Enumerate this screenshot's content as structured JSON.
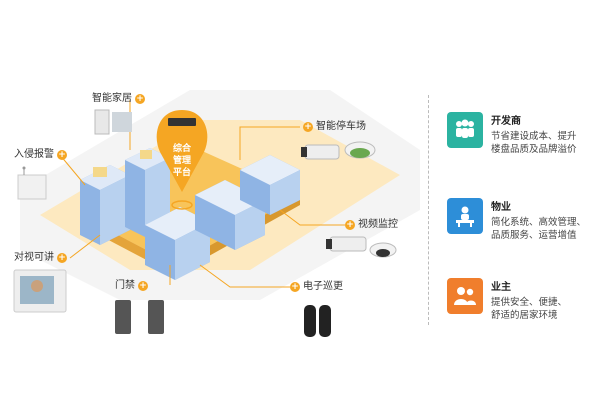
{
  "platform_label": [
    "综合",
    "管理",
    "平台"
  ],
  "features": {
    "smart_home": "智能家居",
    "intrusion_alarm": "入侵报警",
    "video_intercom": "对视可讲",
    "access_control": "门禁",
    "smart_parking": "智能停车场",
    "video_surveillance": "视频监控",
    "e_patrol": "电子巡更"
  },
  "roles": [
    {
      "title": "开发商",
      "desc": [
        "节省建设成本、提升",
        "楼盘品质及品牌溢价"
      ],
      "color": "#2bb3a1",
      "icon": "group-icon"
    },
    {
      "title": "物业",
      "desc": [
        "简化系统、高效管理、",
        "品质服务、运营增值"
      ],
      "color": "#2d8ed8",
      "icon": "presenter-icon"
    },
    {
      "title": "业主",
      "desc": [
        "提供安全、便捷、",
        "舒适的居家环境"
      ],
      "color": "#f07e2c",
      "icon": "people-icon"
    }
  ],
  "colors": {
    "accent": "#f5a623",
    "road": "#fbe3b0",
    "building": "#9fc0e8"
  }
}
